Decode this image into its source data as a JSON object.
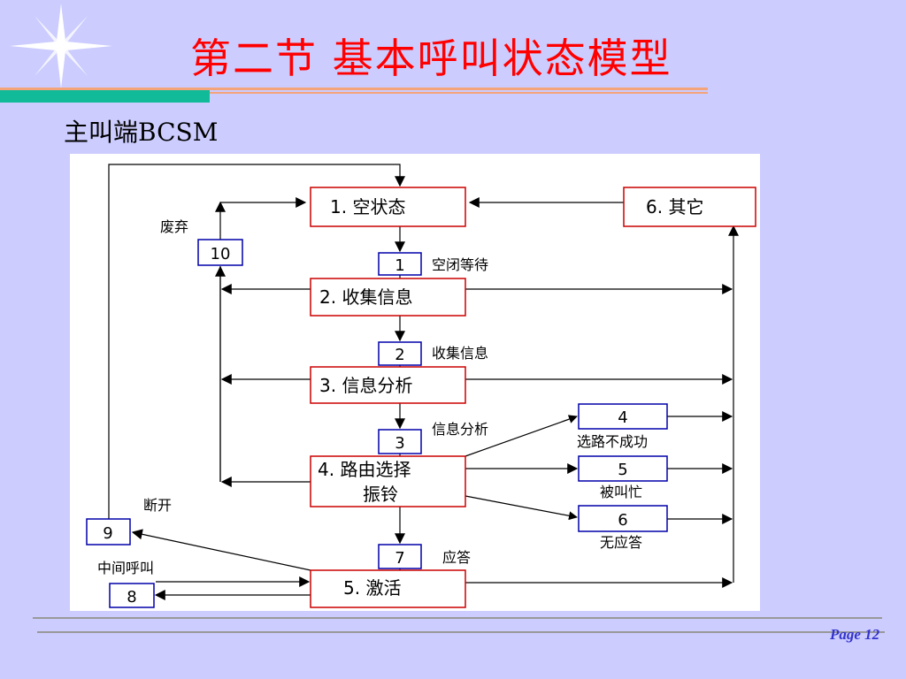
{
  "slide": {
    "title": "第二节  基本呼叫状态模型",
    "subtitle": "主叫端BCSM",
    "page_label": "Page 12"
  },
  "diagram": {
    "states": {
      "s1": "1. 空状态",
      "s6": "6. 其它",
      "s2": "2. 收集信息",
      "s3": "3. 信息分析",
      "s4_line1": "4. 路由选择",
      "s4_line2": "振铃",
      "s5": "5. 激活"
    },
    "events": {
      "e1": "1",
      "e2": "2",
      "e3": "3",
      "e4": "4",
      "e5": "5",
      "e6": "6",
      "e7": "7",
      "e8": "8",
      "e9": "9",
      "e10": "10"
    },
    "labels": {
      "abandon": "废弃",
      "wait": "空闭等待",
      "collect": "收集信息",
      "analyze": "信息分析",
      "route_fail": "选路不成功",
      "busy": "被叫忙",
      "no_answer": "无应答",
      "answer": "应答",
      "disconnect": "断开",
      "mid_call": "中间呼叫"
    }
  }
}
